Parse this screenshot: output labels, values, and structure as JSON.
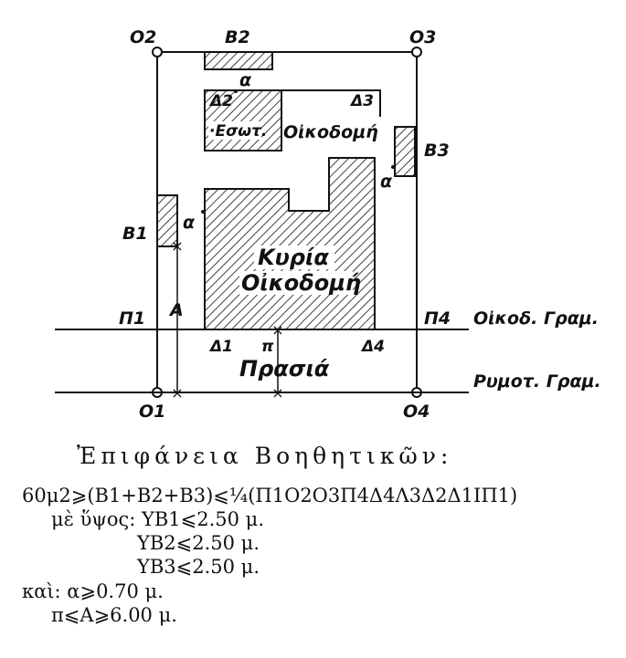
{
  "labels": {
    "O1": "O1",
    "O2": "O2",
    "O3": "O3",
    "O4": "O4",
    "B1": "B1",
    "B2": "B2",
    "B3": "B3",
    "D1": "Δ1",
    "D2": "Δ2",
    "D3": "Δ3",
    "D4": "Δ4",
    "P1": "Π1",
    "P4": "Π4",
    "A": "A",
    "pi": "π",
    "alpha_top": "α",
    "alpha_left": "α",
    "alpha_right": "α",
    "aux_building": "·Εσωτ.",
    "building": "Οἰκοδομή",
    "main_building_1": "Κυρία",
    "main_building_2": "Οἰκοδομή",
    "yard": "Πρασιά",
    "building_line": "Οἰκοδ. Γραμ.",
    "street_line": "Ρυμοτ. Γραμ."
  },
  "formula": {
    "title": "Ἐπιφάνεια Βοηθητικῶν:",
    "line1": "60μ2⩾(B1+B2+B3)⩽¼(Π1Ο2Ο3Π4Δ4Λ3Δ2Δ1ΙΠ1)",
    "line2": "μὲ ὕψος: YB1⩽2.50 μ.",
    "line3": "YB2⩽2.50 μ.",
    "line4": "YB3⩽2.50 μ.",
    "line5": "καὶ: α⩾0.70 μ.",
    "line6": "π⩽A⩾6.00 μ."
  }
}
